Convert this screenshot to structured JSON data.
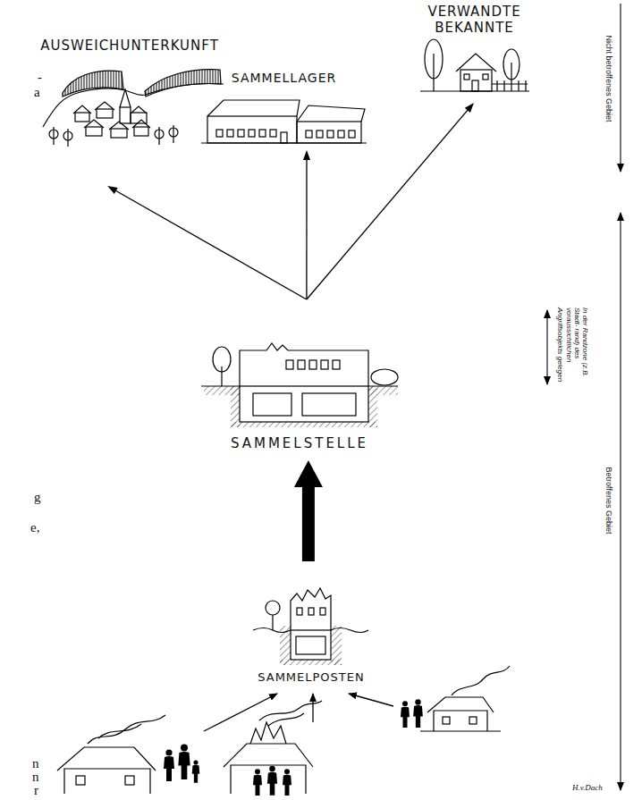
{
  "diagram": {
    "nodes": [
      {
        "text": [
          "AUSWEICHUNTERKUNFT"
        ]
      },
      {
        "text": [
          "SAMMELLAGER"
        ]
      },
      {
        "text": [
          "VERWANDTE BEKANNTE"
        ]
      },
      {
        "text": [
          "SAMMELSTELLE"
        ]
      },
      {
        "text": [
          "SAMMELPOSTEN"
        ]
      }
    ],
    "edges": [
      {
        "from": 3,
        "to": 0,
        "arrow": "to"
      },
      {
        "from": 3,
        "to": 1,
        "arrow": "to"
      },
      {
        "from": 3,
        "to": 2,
        "arrow": "to"
      },
      {
        "from": 4,
        "to": 3,
        "arrow": "to"
      }
    ],
    "labels": [
      "-",
      "a",
      "Nicht betroffenes Gebiet",
      "In der Randzone (z.B. Stadt- rand) des voraussichtlichen Angriffsobjekts gelegen",
      "g",
      "e,",
      "Betroffenes Gebiet",
      "n",
      "n",
      "r",
      "H.v.Dach"
    ]
  }
}
